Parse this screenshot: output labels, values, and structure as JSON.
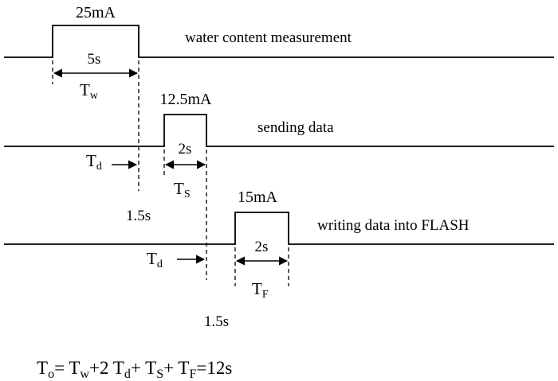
{
  "tasks": [
    {
      "label": "water content measurement",
      "current": "25mA",
      "duration": "5s",
      "symbol": "T",
      "symbol_sub": "w"
    },
    {
      "label": "sending data",
      "current": "12.5mA",
      "duration": "2s",
      "symbol": "T",
      "symbol_sub": "S"
    },
    {
      "label": "writing data into FLASH",
      "current": "15mA",
      "duration": "2s",
      "symbol": "T",
      "symbol_sub": "F"
    }
  ],
  "delays": [
    {
      "symbol": "T",
      "symbol_sub": "d",
      "value": "1.5s"
    },
    {
      "symbol": "T",
      "symbol_sub": "d",
      "value": "1.5s"
    }
  ],
  "formula": {
    "parts": [
      {
        "text": "T"
      },
      {
        "sub": "o"
      },
      {
        "text": "= T"
      },
      {
        "sub": "w"
      },
      {
        "text": "+2 T"
      },
      {
        "sub": "d"
      },
      {
        "text": "+ T"
      },
      {
        "sub": "S"
      },
      {
        "text": "+ T"
      },
      {
        "sub": "F"
      },
      {
        "text": "=12s"
      }
    ]
  }
}
